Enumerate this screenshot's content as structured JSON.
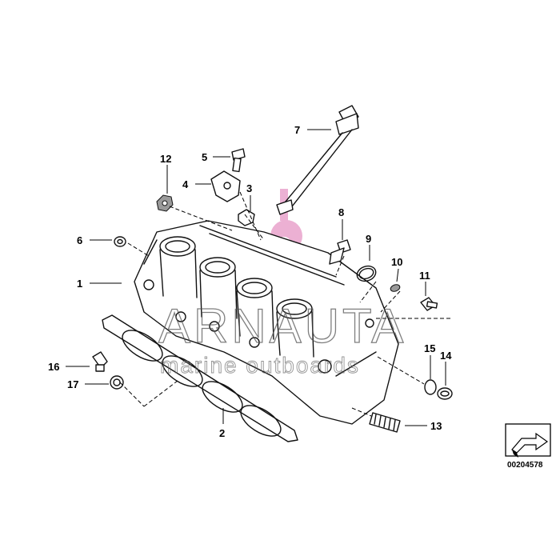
{
  "diagram": {
    "callouts": [
      "1",
      "2",
      "3",
      "4",
      "5",
      "6",
      "7",
      "8",
      "9",
      "10",
      "11",
      "12",
      "13",
      "14",
      "15",
      "16",
      "17"
    ],
    "reference_number": "00204578",
    "watermark": {
      "brand": "ARNAUTA",
      "tagline": "marine outboards"
    },
    "colors": {
      "line": "#111111",
      "watermark_logo": "#e9a3cc",
      "background": "#ffffff"
    }
  }
}
